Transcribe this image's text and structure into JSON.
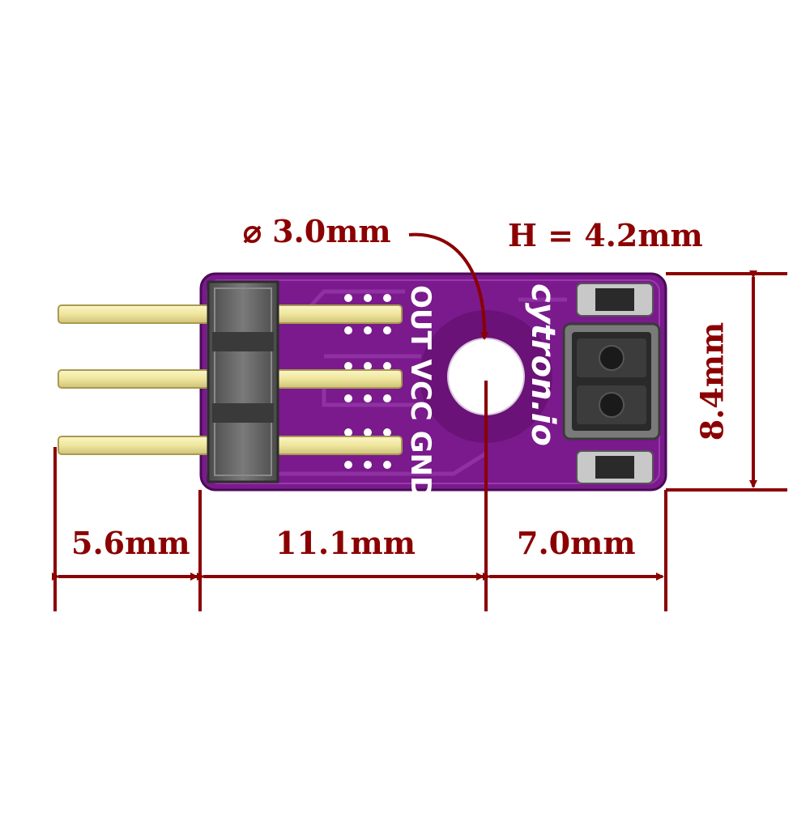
{
  "dimensions": {
    "hole_diameter": "⌀ 3.0mm",
    "height": "H = 4.2mm",
    "board_width": "8.4mm",
    "pin_length": "5.6mm",
    "header_to_hole": "11.1mm",
    "hole_to_edge": "7.0mm"
  },
  "board": {
    "brand": "cytron.io",
    "pins": [
      "OUT",
      "VCC",
      "GND"
    ]
  },
  "colors": {
    "pcb": "#7a1a8c",
    "dimension": "#8b0000",
    "pin": "#f0e8a0",
    "header": "#555555"
  }
}
